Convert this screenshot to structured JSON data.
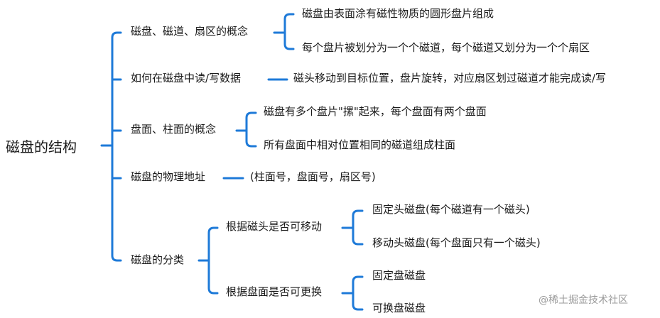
{
  "colors": {
    "line": "#1e7ad8",
    "text": "#1a1a1a",
    "watermark": "#9a9a9a"
  },
  "root": "磁盘的结构",
  "branches": {
    "concept": {
      "label": "磁盘、磁道、扇区的概念",
      "leaf1": "磁盘由表面涂有磁性物质的圆形盘片组成",
      "leaf2": "每个盘片被划分为一个个磁道，每个磁道又划分为一个个扇区"
    },
    "readwrite": {
      "label": "如何在磁盘中读/写数据",
      "leaf": "磁头移动到目标位置，盘片旋转，对应扇区划过磁道才能完成读/写"
    },
    "surface": {
      "label": "盘面、柱面的概念",
      "leaf1": "磁盘有多个盘片\"摞\"起来，每个盘面有两个盘面",
      "leaf2": "所有盘面中相对位置相同的磁道组成柱面"
    },
    "address": {
      "label": "磁盘的物理地址",
      "leaf": "(柱面号，盘面号，扇区号)"
    },
    "classify": {
      "label": "磁盘的分类",
      "head": {
        "label": "根据磁头是否可移动",
        "leaf1": "固定头磁盘(每个磁道有一个磁头)",
        "leaf2": "移动头磁盘(每个盘面只有一个磁头)"
      },
      "platter": {
        "label": "根据盘面是否可更换",
        "leaf1": "固定盘磁盘",
        "leaf2": "可换盘磁盘"
      }
    }
  },
  "watermark": "@稀土掘金技术社区"
}
